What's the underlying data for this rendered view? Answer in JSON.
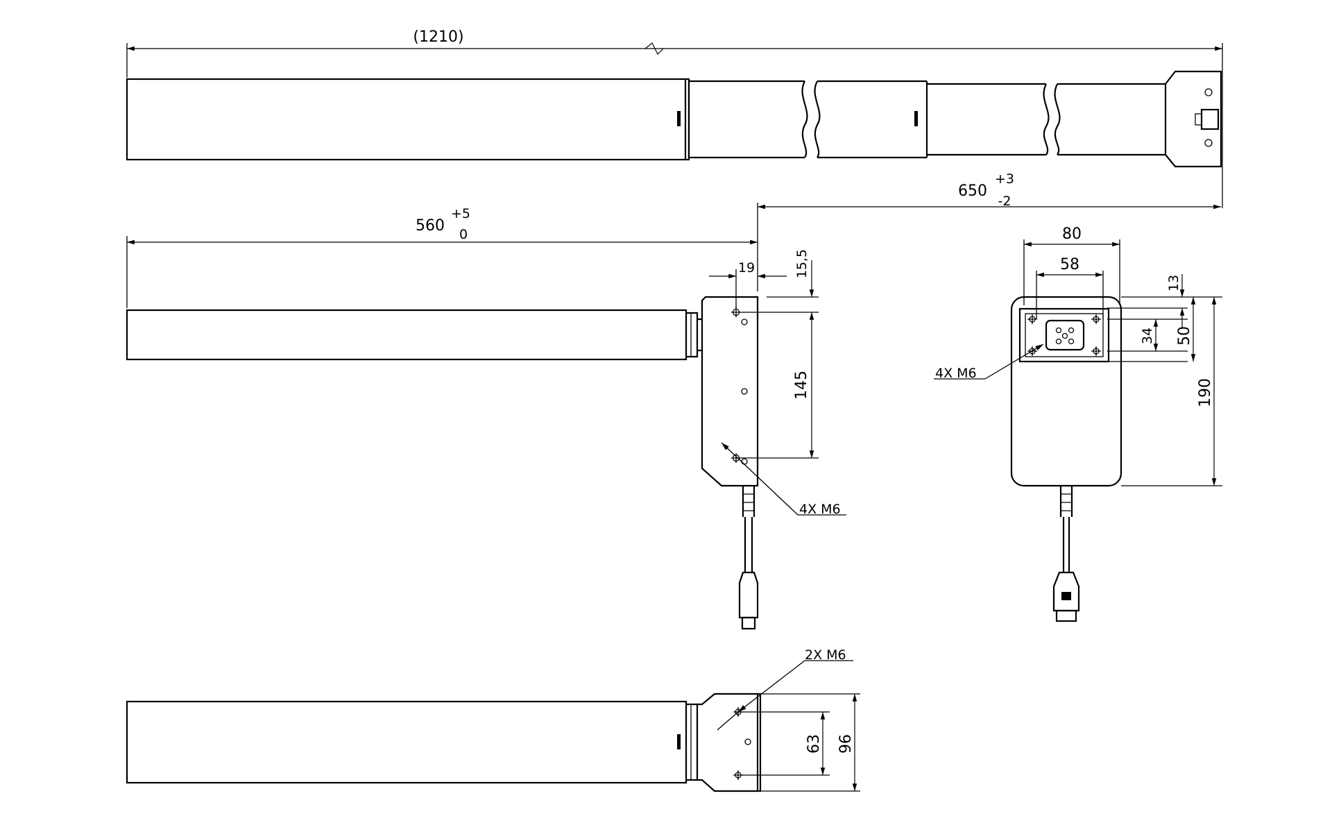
{
  "dimensions": {
    "overall_length": "(1210)",
    "stroke_nominal": "650",
    "stroke_tol_plus": "+3",
    "stroke_tol_minus": "-2",
    "retracted_nominal": "560",
    "retracted_tol_plus": "+5",
    "retracted_tol_minus": "0",
    "hole_offset_x": "19",
    "hole_offset_y": "15,5",
    "hole_spacing_side": "145",
    "housing_width": "80",
    "hole_spacing_front": "58",
    "front_top_offset": "13",
    "connector_height": "34",
    "hole_spacing_vertical": "50",
    "housing_height": "190",
    "bottom_hole_spacing": "63",
    "bottom_housing_width": "96"
  },
  "callouts": {
    "side_holes": "4X M6",
    "front_holes": "4X M6",
    "bottom_holes": "2X M6"
  }
}
